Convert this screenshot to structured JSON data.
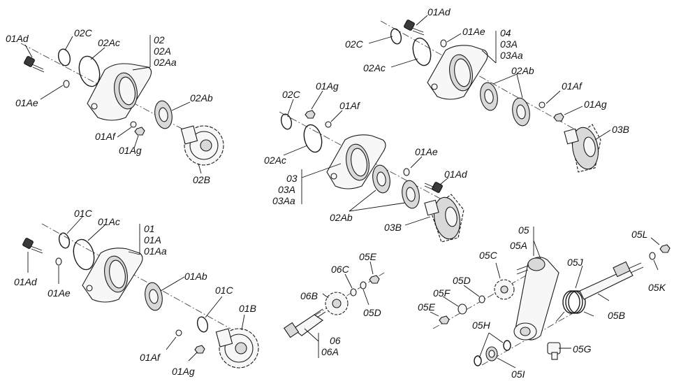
{
  "labels": {
    "a_01Ad": "01Ad",
    "a_02C": "02C",
    "a_02Ac": "02Ac",
    "a_02": "02",
    "a_02A": "02A",
    "a_02Aa": "02Aa",
    "a_01Ae": "01Ae",
    "a_02Ab": "02Ab",
    "a_01Af": "01Af",
    "a_01Ag": "01Ag",
    "a_02B": "02B",
    "b_01Ad": "01Ad",
    "b_01Ae": "01Ae",
    "b_02C": "02C",
    "b_02Ac": "02Ac",
    "b_04": "04",
    "b_03A": "03A",
    "b_03Aa": "03Aa",
    "b_02Ab": "02Ab",
    "b_01Af": "01Af",
    "b_01Ag": "01Ag",
    "b_03B": "03B",
    "c_02C": "02C",
    "c_01Ag": "01Ag",
    "c_01Af": "01Af",
    "c_02Ac": "02Ac",
    "c_03": "03",
    "c_03A": "03A",
    "c_03Aa": "03Aa",
    "c_01Ae": "01Ae",
    "c_01Ad": "01Ad",
    "c_02Ab": "02Ab",
    "c_03B": "03B",
    "d_01C": "01C",
    "d_01Ac": "01Ac",
    "d_01": "01",
    "d_01A": "01A",
    "d_01Aa": "01Aa",
    "d_01Ad": "01Ad",
    "d_01Ae": "01Ae",
    "d_01Ab": "01Ab",
    "d_01C2": "01C",
    "d_01B": "01B",
    "d_01Af": "01Af",
    "d_01Ag": "01Ag",
    "e_06C": "06C",
    "e_05E": "05E",
    "e_06B": "06B",
    "e_05D": "05D",
    "e_06": "06",
    "e_06A": "06A",
    "f_05": "05",
    "f_05A": "05A",
    "f_05C": "05C",
    "f_05D": "05D",
    "f_05F": "05F",
    "f_05E": "05E",
    "f_05J": "05J",
    "f_05L": "05L",
    "f_05K": "05K",
    "f_05B": "05B",
    "f_05H": "05H",
    "f_05G": "05G",
    "f_05I": "05I"
  }
}
